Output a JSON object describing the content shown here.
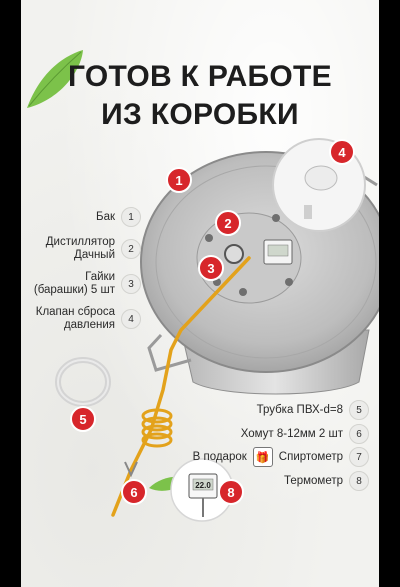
{
  "title": {
    "line1": "ГОТОВ К РАБОТЕ",
    "line2": "ИЗ КОРОБКИ"
  },
  "components_left": [
    {
      "label_line1": "Бак",
      "label_line2": "",
      "num": "1"
    },
    {
      "label_line1": "Дистиллятор",
      "label_line2": "Дачный",
      "num": "2"
    },
    {
      "label_line1": "Гайки",
      "label_line2": "(барашки) 5 шт",
      "num": "3"
    },
    {
      "label_line1": "Клапан сброса",
      "label_line2": "давления",
      "num": "4"
    }
  ],
  "components_right": [
    {
      "label": "Трубка ПВХ-d=8",
      "num": "5"
    },
    {
      "label": "Хомут 8-12мм 2 шт",
      "num": "6"
    },
    {
      "label": "Спиртометр",
      "num": "7"
    },
    {
      "label": "Термометр",
      "num": "8"
    }
  ],
  "gift": {
    "label": "В подарок",
    "icon": "gift-icon"
  },
  "badges": [
    "1",
    "2",
    "3",
    "4",
    "5",
    "6",
    "8"
  ],
  "thermometer_display": "22.0",
  "colors": {
    "badge": "#d7262b",
    "tube": "#e3a21b",
    "leaf": "#7cc24a"
  }
}
